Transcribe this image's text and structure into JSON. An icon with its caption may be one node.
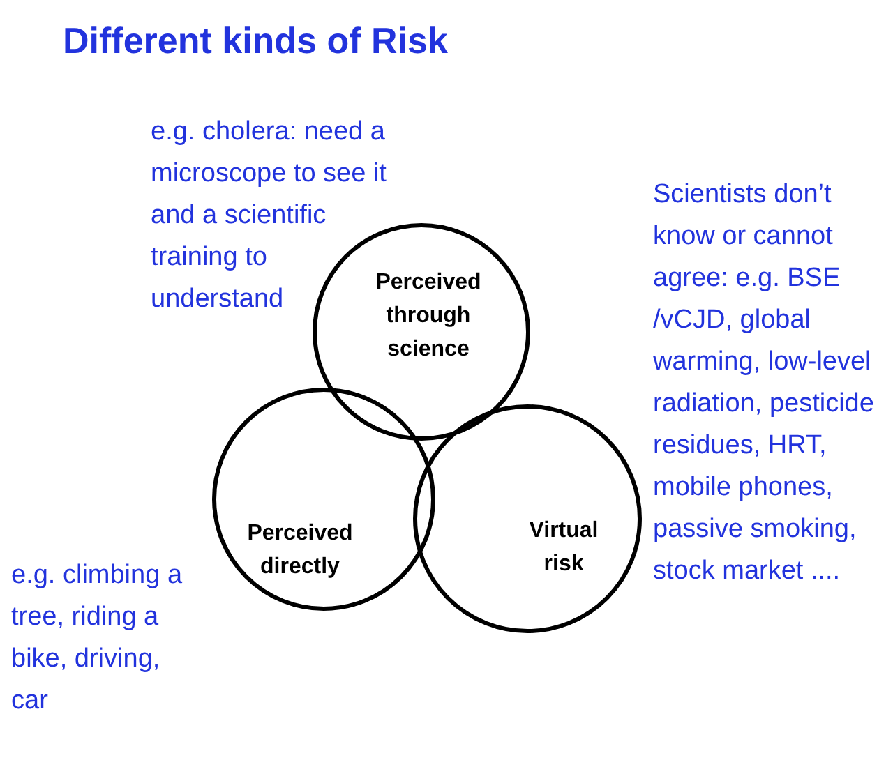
{
  "diagram": {
    "title": "Different kinds of Risk",
    "nodes": [
      {
        "text": [
          "Perceived through science"
        ]
      },
      {
        "text": [
          "Perceived directly"
        ]
      },
      {
        "text": [
          "Virtual risk"
        ]
      }
    ],
    "labels": [
      "e.g. cholera: need a microscope to see it and a scientific training to understand",
      "Scientists don’t know or cannot agree: e.g. BSE /vCJD, global warming, low-level radiation, pesticide residues, HRT, mobile phones, passive smoking, stock market ....",
      "e.g. climbing a tree, riding a bike, driving, car"
    ]
  }
}
